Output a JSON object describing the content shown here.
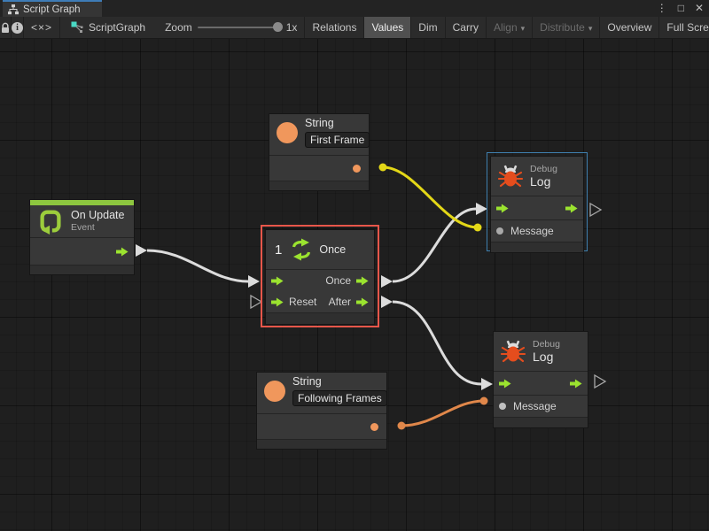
{
  "window": {
    "tab": "Script Graph",
    "controls": {
      "menu": "⋮",
      "maximize": "□",
      "close": "✕"
    }
  },
  "toolbar": {
    "code_preview_glyph": "<×>",
    "breadcrumb": "ScriptGraph",
    "zoom": {
      "label": "Zoom",
      "value": "1x"
    },
    "dropdown_glyph": "▾",
    "buttons": [
      {
        "label": "Relations",
        "state": "normal"
      },
      {
        "label": "Values",
        "state": "active"
      },
      {
        "label": "Dim",
        "state": "normal"
      },
      {
        "label": "Carry",
        "state": "normal"
      },
      {
        "label": "Align",
        "state": "disabled"
      },
      {
        "label": "Distribute",
        "state": "disabled"
      },
      {
        "label": "Overview",
        "state": "normal"
      },
      {
        "label": "Full Screen",
        "state": "normal"
      }
    ]
  },
  "graph": {
    "nodes": {
      "on_update": {
        "title": "On Update",
        "subtitle": "Event"
      },
      "once": {
        "badge": "1",
        "title": "Once",
        "ports": {
          "out_once": "Once",
          "in_reset": "Reset",
          "out_after": "After"
        }
      },
      "string_first": {
        "title": "String",
        "value": "First Frame"
      },
      "string_following": {
        "title": "String",
        "value": "Following Frames"
      },
      "debug_log_top": {
        "category": "Debug",
        "title": "Log",
        "message": "Message"
      },
      "debug_log_bottom": {
        "category": "Debug",
        "title": "Log",
        "message": "Message"
      }
    },
    "colors": {
      "flow_green": "#9be32f",
      "event_bar_green": "#8dc63f",
      "value_orange": "#f0975c",
      "wire_yellow": "#e3d717",
      "wire_orange": "#e0874a",
      "wire_white": "#dcdcdc",
      "selection_red": "#e8564a",
      "focus_blue": "#3f7fae",
      "bug_orange": "#e54d1d"
    }
  }
}
